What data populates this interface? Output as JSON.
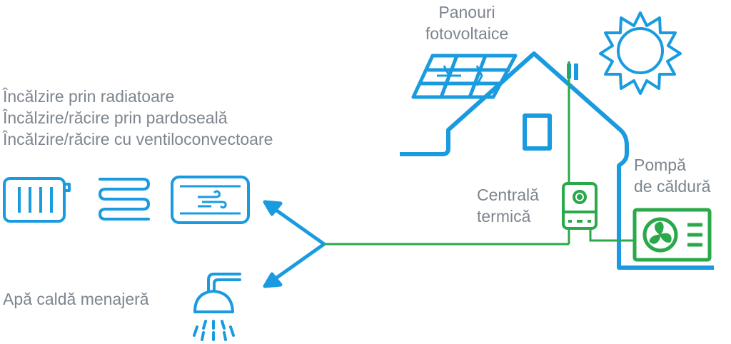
{
  "colors": {
    "blue": "#1a9be0",
    "green": "#2aa84a",
    "text": "#7d858e"
  },
  "labels": {
    "solar_panels": {
      "line1": "Panouri",
      "line2": "fotovoltaice"
    },
    "heating": {
      "radiators": "Încălzire prin radiatoare",
      "floor": "Încălzire/răcire prin pardoseală",
      "fancoil": "Încălzire/răcire cu ventiloconvectoare"
    },
    "boiler": {
      "line1": "Centrală",
      "line2": "termică"
    },
    "heat_pump": {
      "line1": "Pompă",
      "line2": "de căldură"
    },
    "hot_water": "Apă caldă menajeră"
  },
  "icons": [
    "solar-panel-icon",
    "sun-icon",
    "house-icon",
    "radiator-icon",
    "floor-heating-icon",
    "fan-coil-icon",
    "boiler-icon",
    "heat-pump-icon",
    "shower-icon"
  ]
}
